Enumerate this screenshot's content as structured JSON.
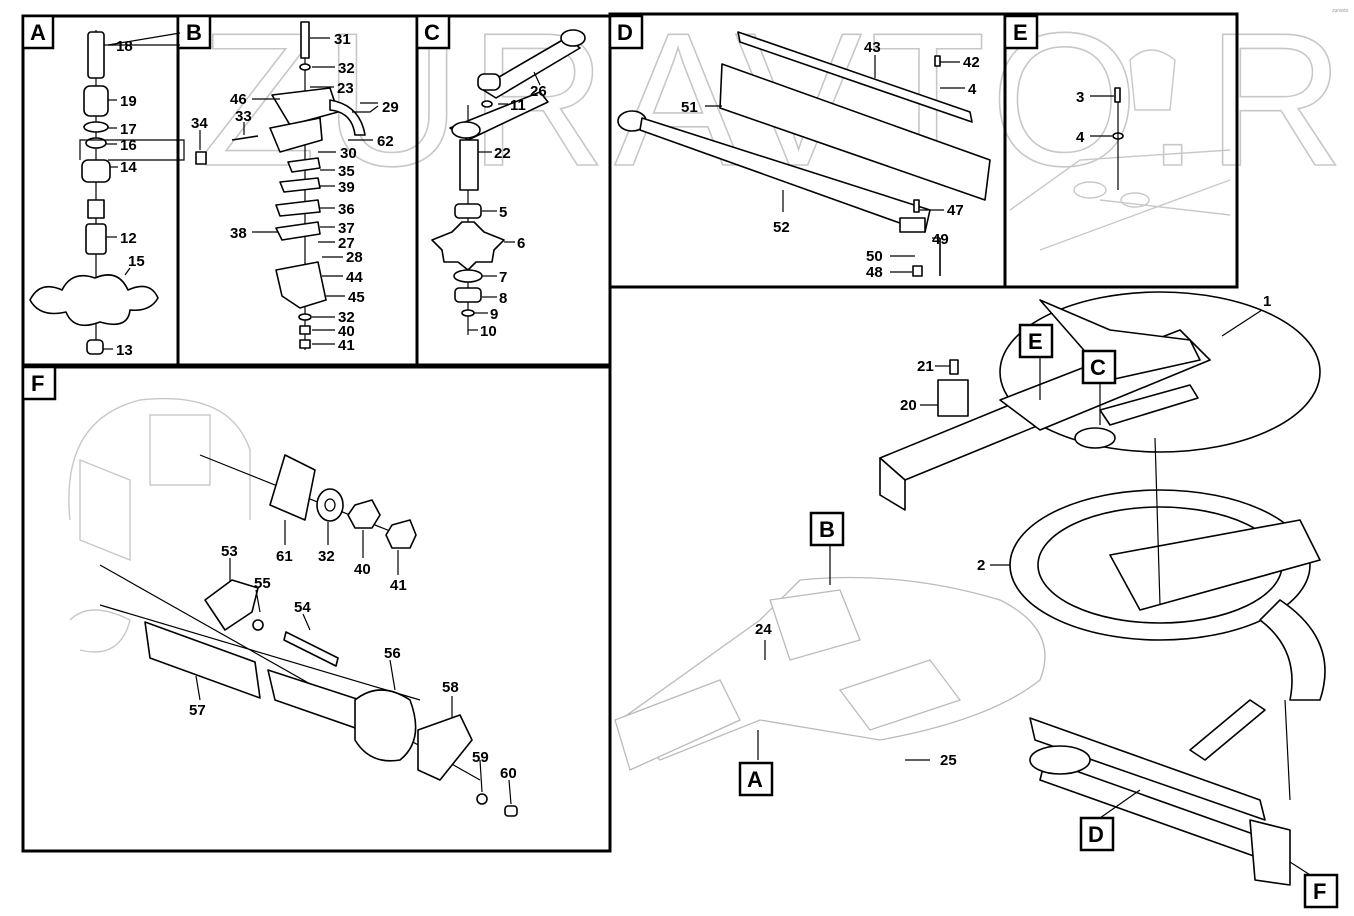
{
  "watermark": "ZURAVTO.RU",
  "corner_mark": "zuravto",
  "sections": [
    {
      "id": "A",
      "label": "A"
    },
    {
      "id": "B",
      "label": "B"
    },
    {
      "id": "C",
      "label": "C"
    },
    {
      "id": "D",
      "label": "D"
    },
    {
      "id": "E",
      "label": "E"
    },
    {
      "id": "F",
      "label": "F"
    }
  ],
  "overview_labels": {
    "A": "A",
    "B": "B",
    "C": "C",
    "D": "D",
    "E": "E",
    "F": "F"
  },
  "callouts": {
    "A": [
      "18",
      "19",
      "17",
      "16",
      "14",
      "12",
      "15",
      "13"
    ],
    "B": [
      "31",
      "32",
      "23",
      "46",
      "29",
      "62",
      "30",
      "34",
      "33",
      "35",
      "39",
      "36",
      "37",
      "38",
      "27",
      "28",
      "44",
      "45",
      "32",
      "40",
      "41"
    ],
    "C": [
      "11",
      "26",
      "22",
      "5",
      "6",
      "7",
      "8",
      "9",
      "10"
    ],
    "D": [
      "43",
      "42",
      "4",
      "51",
      "52",
      "47",
      "49",
      "50",
      "48"
    ],
    "E": [
      "3",
      "4"
    ],
    "F": [
      "61",
      "32",
      "40",
      "41",
      "53",
      "55",
      "54",
      "56",
      "57",
      "58",
      "59",
      "60"
    ],
    "overview": [
      "1",
      "21",
      "20",
      "2",
      "24",
      "25"
    ]
  }
}
